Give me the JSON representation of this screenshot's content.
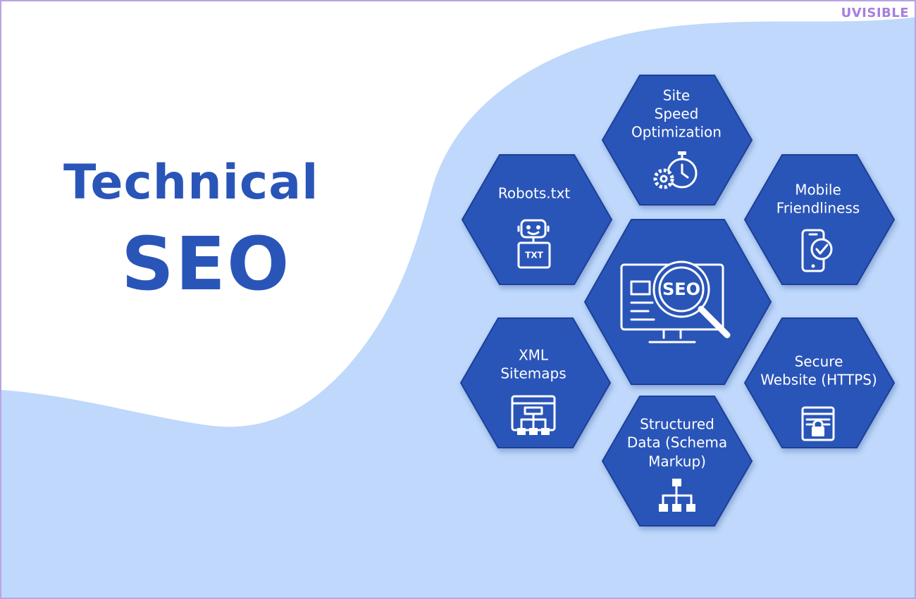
{
  "brand": {
    "logo": "UVISIBLE"
  },
  "title": {
    "line1": "Technical",
    "line2": "SEO"
  },
  "center": {
    "label": "SEO"
  },
  "hexagons": [
    {
      "id": "site-speed",
      "lines": [
        "Site",
        "Speed",
        "Optimization"
      ],
      "icon": "stopwatch-gear-icon"
    },
    {
      "id": "robots",
      "lines": [
        "Robots.txt"
      ],
      "icon": "robot-txt-icon",
      "badge": "TXT"
    },
    {
      "id": "mobile",
      "lines": [
        "Mobile",
        "Friendliness"
      ],
      "icon": "mobile-check-icon"
    },
    {
      "id": "xml-sitemaps",
      "lines": [
        "XML",
        "Sitemaps"
      ],
      "icon": "sitemap-browser-icon"
    },
    {
      "id": "secure-website",
      "lines": [
        "Secure",
        "Website (HTTPS)"
      ],
      "icon": "secure-browser-lock-icon"
    },
    {
      "id": "structured-data",
      "lines": [
        "Structured",
        "Data (Schema",
        "Markup)"
      ],
      "icon": "hierarchy-icon"
    }
  ],
  "colors": {
    "hex_fill": "#2a55b8",
    "hex_stroke": "#1d3f96",
    "blob": "#bfd8fb",
    "title": "#2a55b8",
    "brand": "#a67ee0"
  }
}
